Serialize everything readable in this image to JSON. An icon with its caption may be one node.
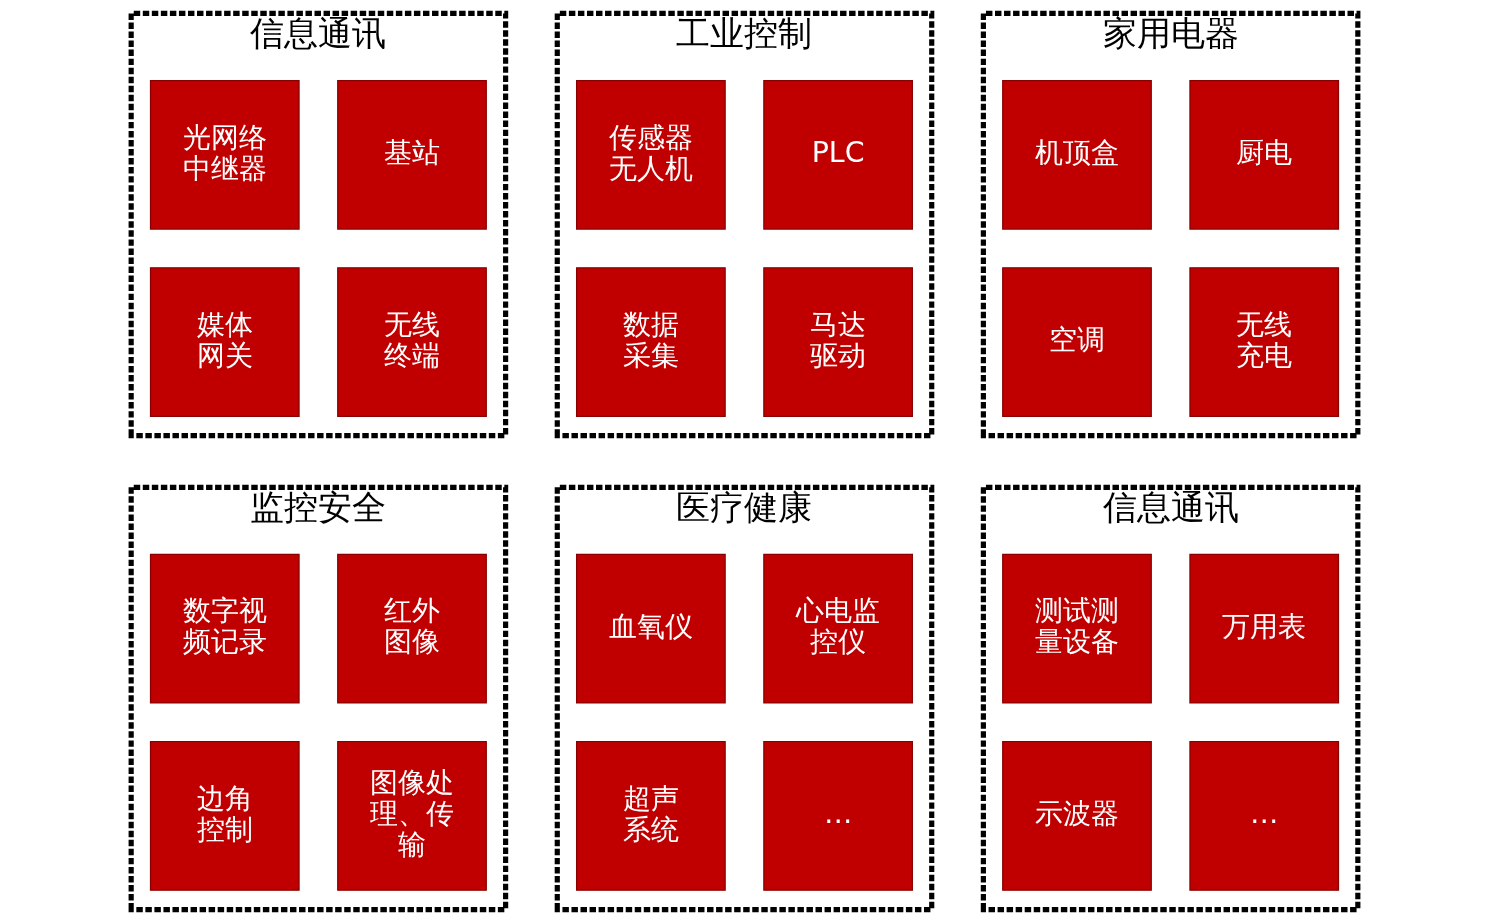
{
  "diagram": {
    "nodes": [
      {
        "text": [
          "信息通讯"
        ]
      },
      {
        "text": [
          "光网络中继器"
        ],
        "in": 0
      },
      {
        "text": [
          "基站"
        ],
        "in": 0
      },
      {
        "text": [
          "媒体网关"
        ],
        "in": 0
      },
      {
        "text": [
          "无线终端"
        ],
        "in": 0
      },
      {
        "text": [
          "工业控制"
        ]
      },
      {
        "text": [
          "传感器",
          "无人机"
        ],
        "in": 5
      },
      {
        "text": [
          "PLC"
        ],
        "in": 5
      },
      {
        "text": [
          "数据采集"
        ],
        "in": 5
      },
      {
        "text": [
          "马达驱动"
        ],
        "in": 5
      },
      {
        "text": [
          "家用电器"
        ]
      },
      {
        "text": [
          "机顶盒"
        ],
        "in": 10
      },
      {
        "text": [
          "厨电"
        ],
        "in": 10
      },
      {
        "text": [
          "空调"
        ],
        "in": 10
      },
      {
        "text": [
          "无线充电"
        ],
        "in": 10
      },
      {
        "text": [
          "监控安全"
        ]
      },
      {
        "text": [
          "数字视频记录"
        ],
        "in": 15
      },
      {
        "text": [
          "红外图像"
        ],
        "in": 15
      },
      {
        "text": [
          "边角控制"
        ],
        "in": 15
      },
      {
        "text": [
          "图像处理、传输"
        ],
        "in": 15
      },
      {
        "text": [
          "医疗健康"
        ]
      },
      {
        "text": [
          "血氧仪"
        ],
        "in": 20
      },
      {
        "text": [
          "心电监控仪"
        ],
        "in": 20
      },
      {
        "text": [
          "超声系统"
        ],
        "in": 20
      },
      {
        "text": [
          "…"
        ],
        "in": 20
      },
      {
        "text": [
          "信息通讯"
        ]
      },
      {
        "text": [
          "测试测量设备"
        ],
        "in": 25
      },
      {
        "text": [
          "万用表"
        ],
        "in": 25
      },
      {
        "text": [
          "示波器"
        ],
        "in": 25
      },
      {
        "text": [
          "…"
        ],
        "in": 25
      }
    ],
    "edges": []
  }
}
